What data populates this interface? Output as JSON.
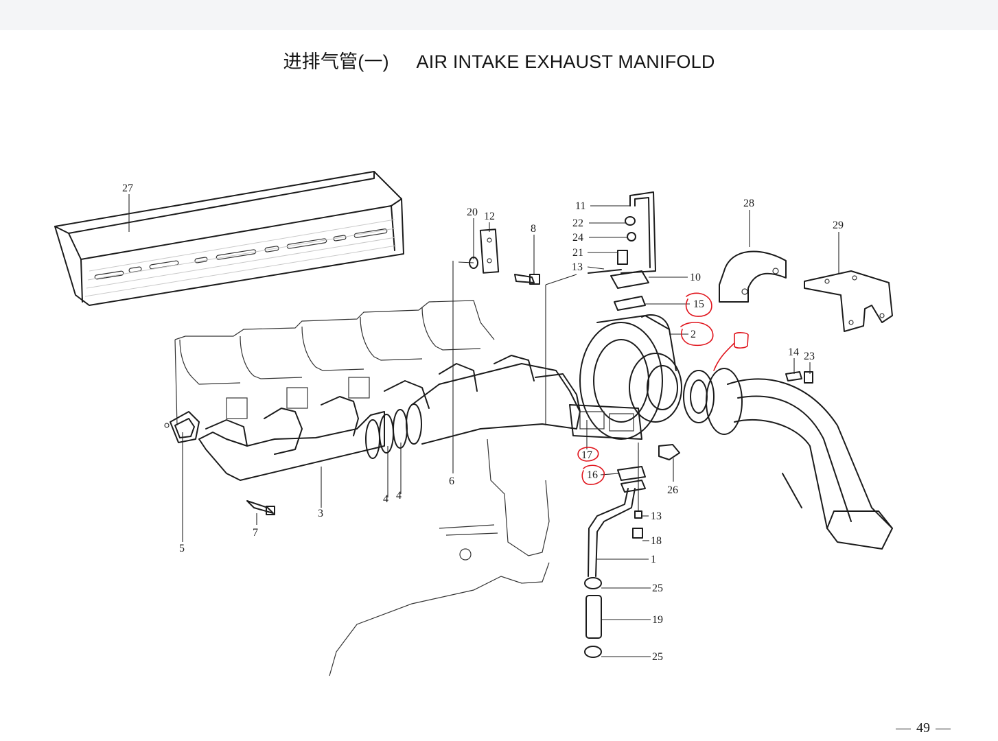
{
  "title": {
    "chinese": "进排气管(一)",
    "english": "AIR INTAKE EXHAUST MANIFOLD"
  },
  "page_number": "49",
  "callouts": {
    "c27": "27",
    "c20": "20",
    "c12": "12",
    "c8": "8",
    "c11": "11",
    "c22": "22",
    "c24": "24",
    "c21": "21",
    "c13a": "13",
    "c10": "10",
    "c15": "15",
    "c2": "2",
    "c28": "28",
    "c29": "29",
    "c14": "14",
    "c23": "23",
    "c5": "5",
    "c7": "7",
    "c3": "3",
    "c4a": "4",
    "c4b": "4",
    "c6": "6",
    "c17": "17",
    "c16": "16",
    "c26": "26",
    "c13b": "13",
    "c18": "18",
    "c1": "1",
    "c25a": "25",
    "c19": "19",
    "c25b": "25"
  },
  "red_marked_callouts": [
    "15",
    "2",
    "17",
    "16"
  ],
  "colors": {
    "line_art": "#1b1b1b",
    "red_annotation": "#e0141c",
    "top_bar": "#f4f5f7"
  }
}
